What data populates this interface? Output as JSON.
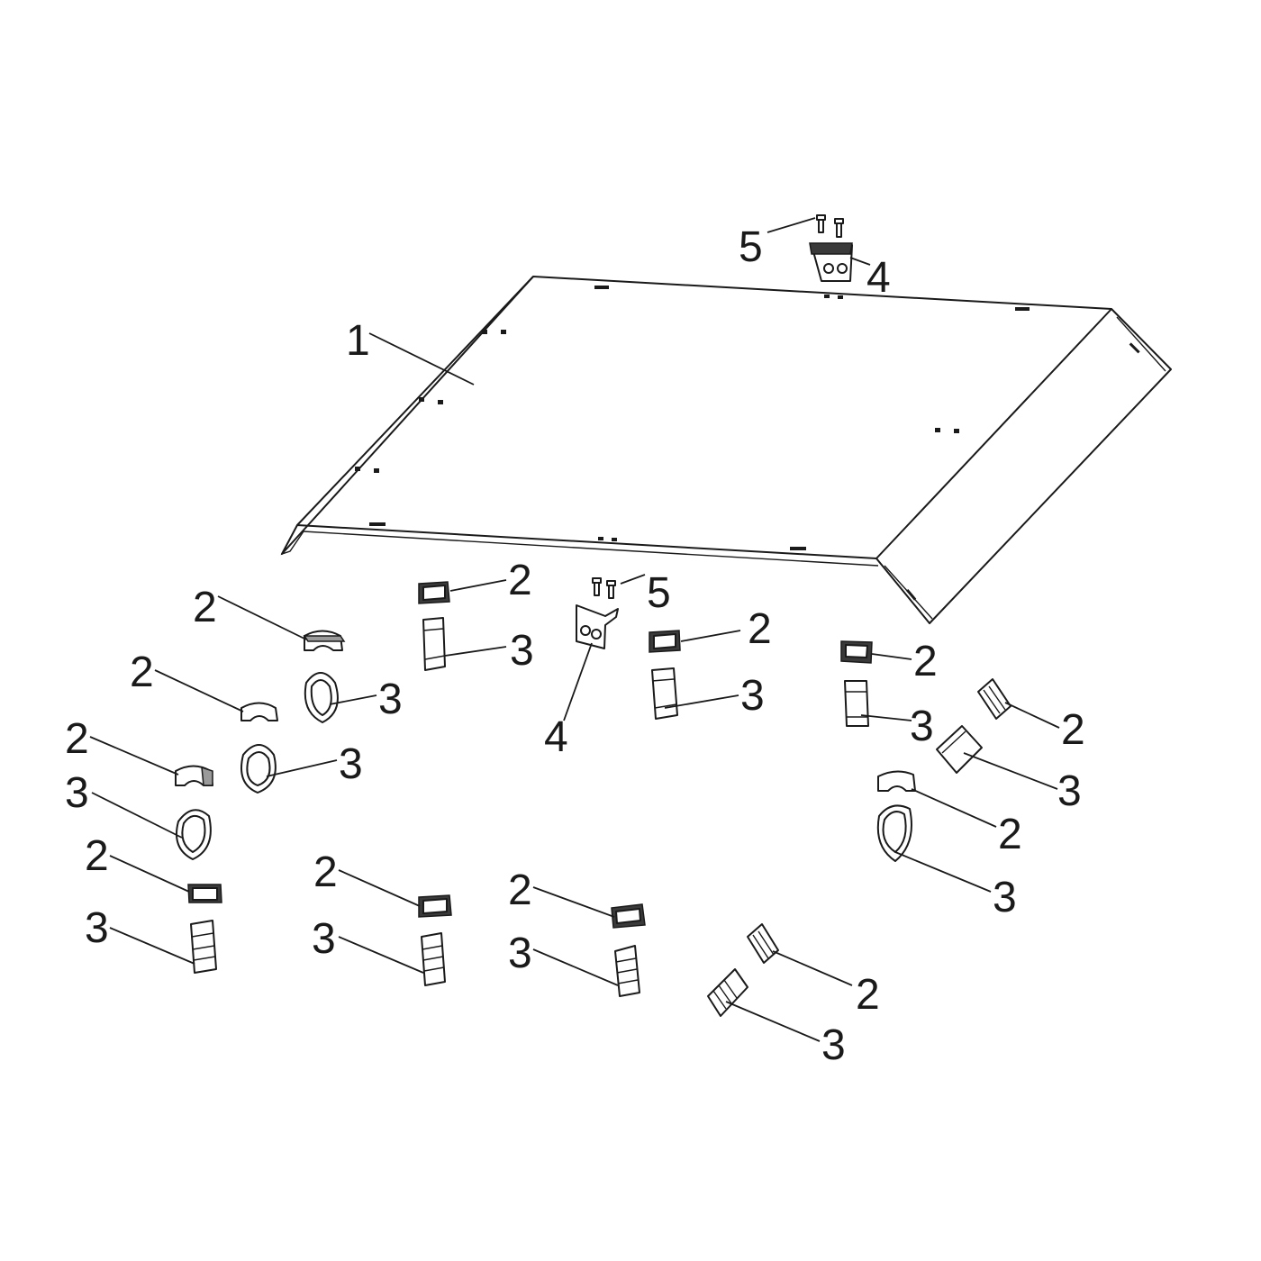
{
  "callouts": {
    "part_1": "1",
    "part_2": "2",
    "part_3": "3",
    "part_4": "4",
    "part_5": "5"
  }
}
